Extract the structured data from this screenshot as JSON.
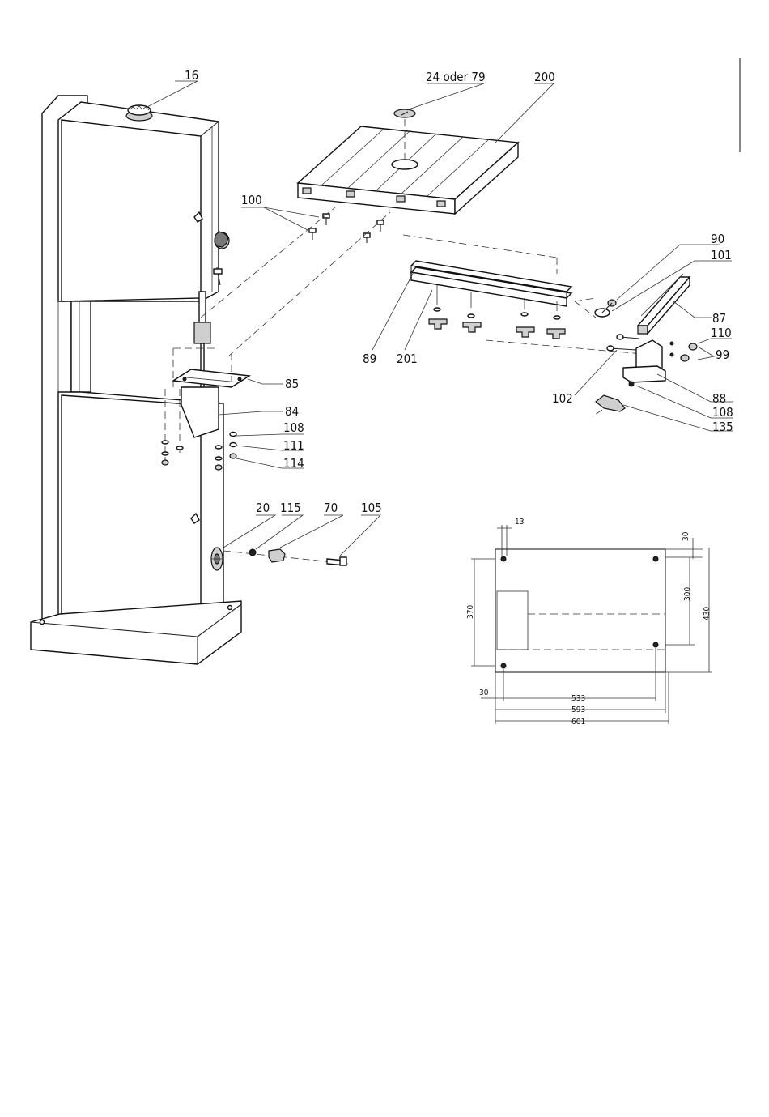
{
  "labels": {
    "p16": "16",
    "p24": "24 oder 79",
    "p200": "200",
    "p100": "100",
    "p90": "90",
    "p101": "101",
    "p87": "87",
    "p110": "110",
    "p99": "99",
    "p89": "89",
    "p201": "201",
    "p85": "85",
    "p84": "84",
    "p108a": "108",
    "p111": "111",
    "p114": "114",
    "p102": "102",
    "p88": "88",
    "p108b": "108",
    "p135": "135",
    "p20": "20",
    "p115": "115",
    "p70": "70",
    "p105": "105"
  },
  "dimensions": {
    "d13": "13",
    "d30top": "30",
    "d370": "370",
    "d300": "300",
    "d430": "430",
    "d30left": "30",
    "d533": "533",
    "d593": "593",
    "d601": "601"
  }
}
